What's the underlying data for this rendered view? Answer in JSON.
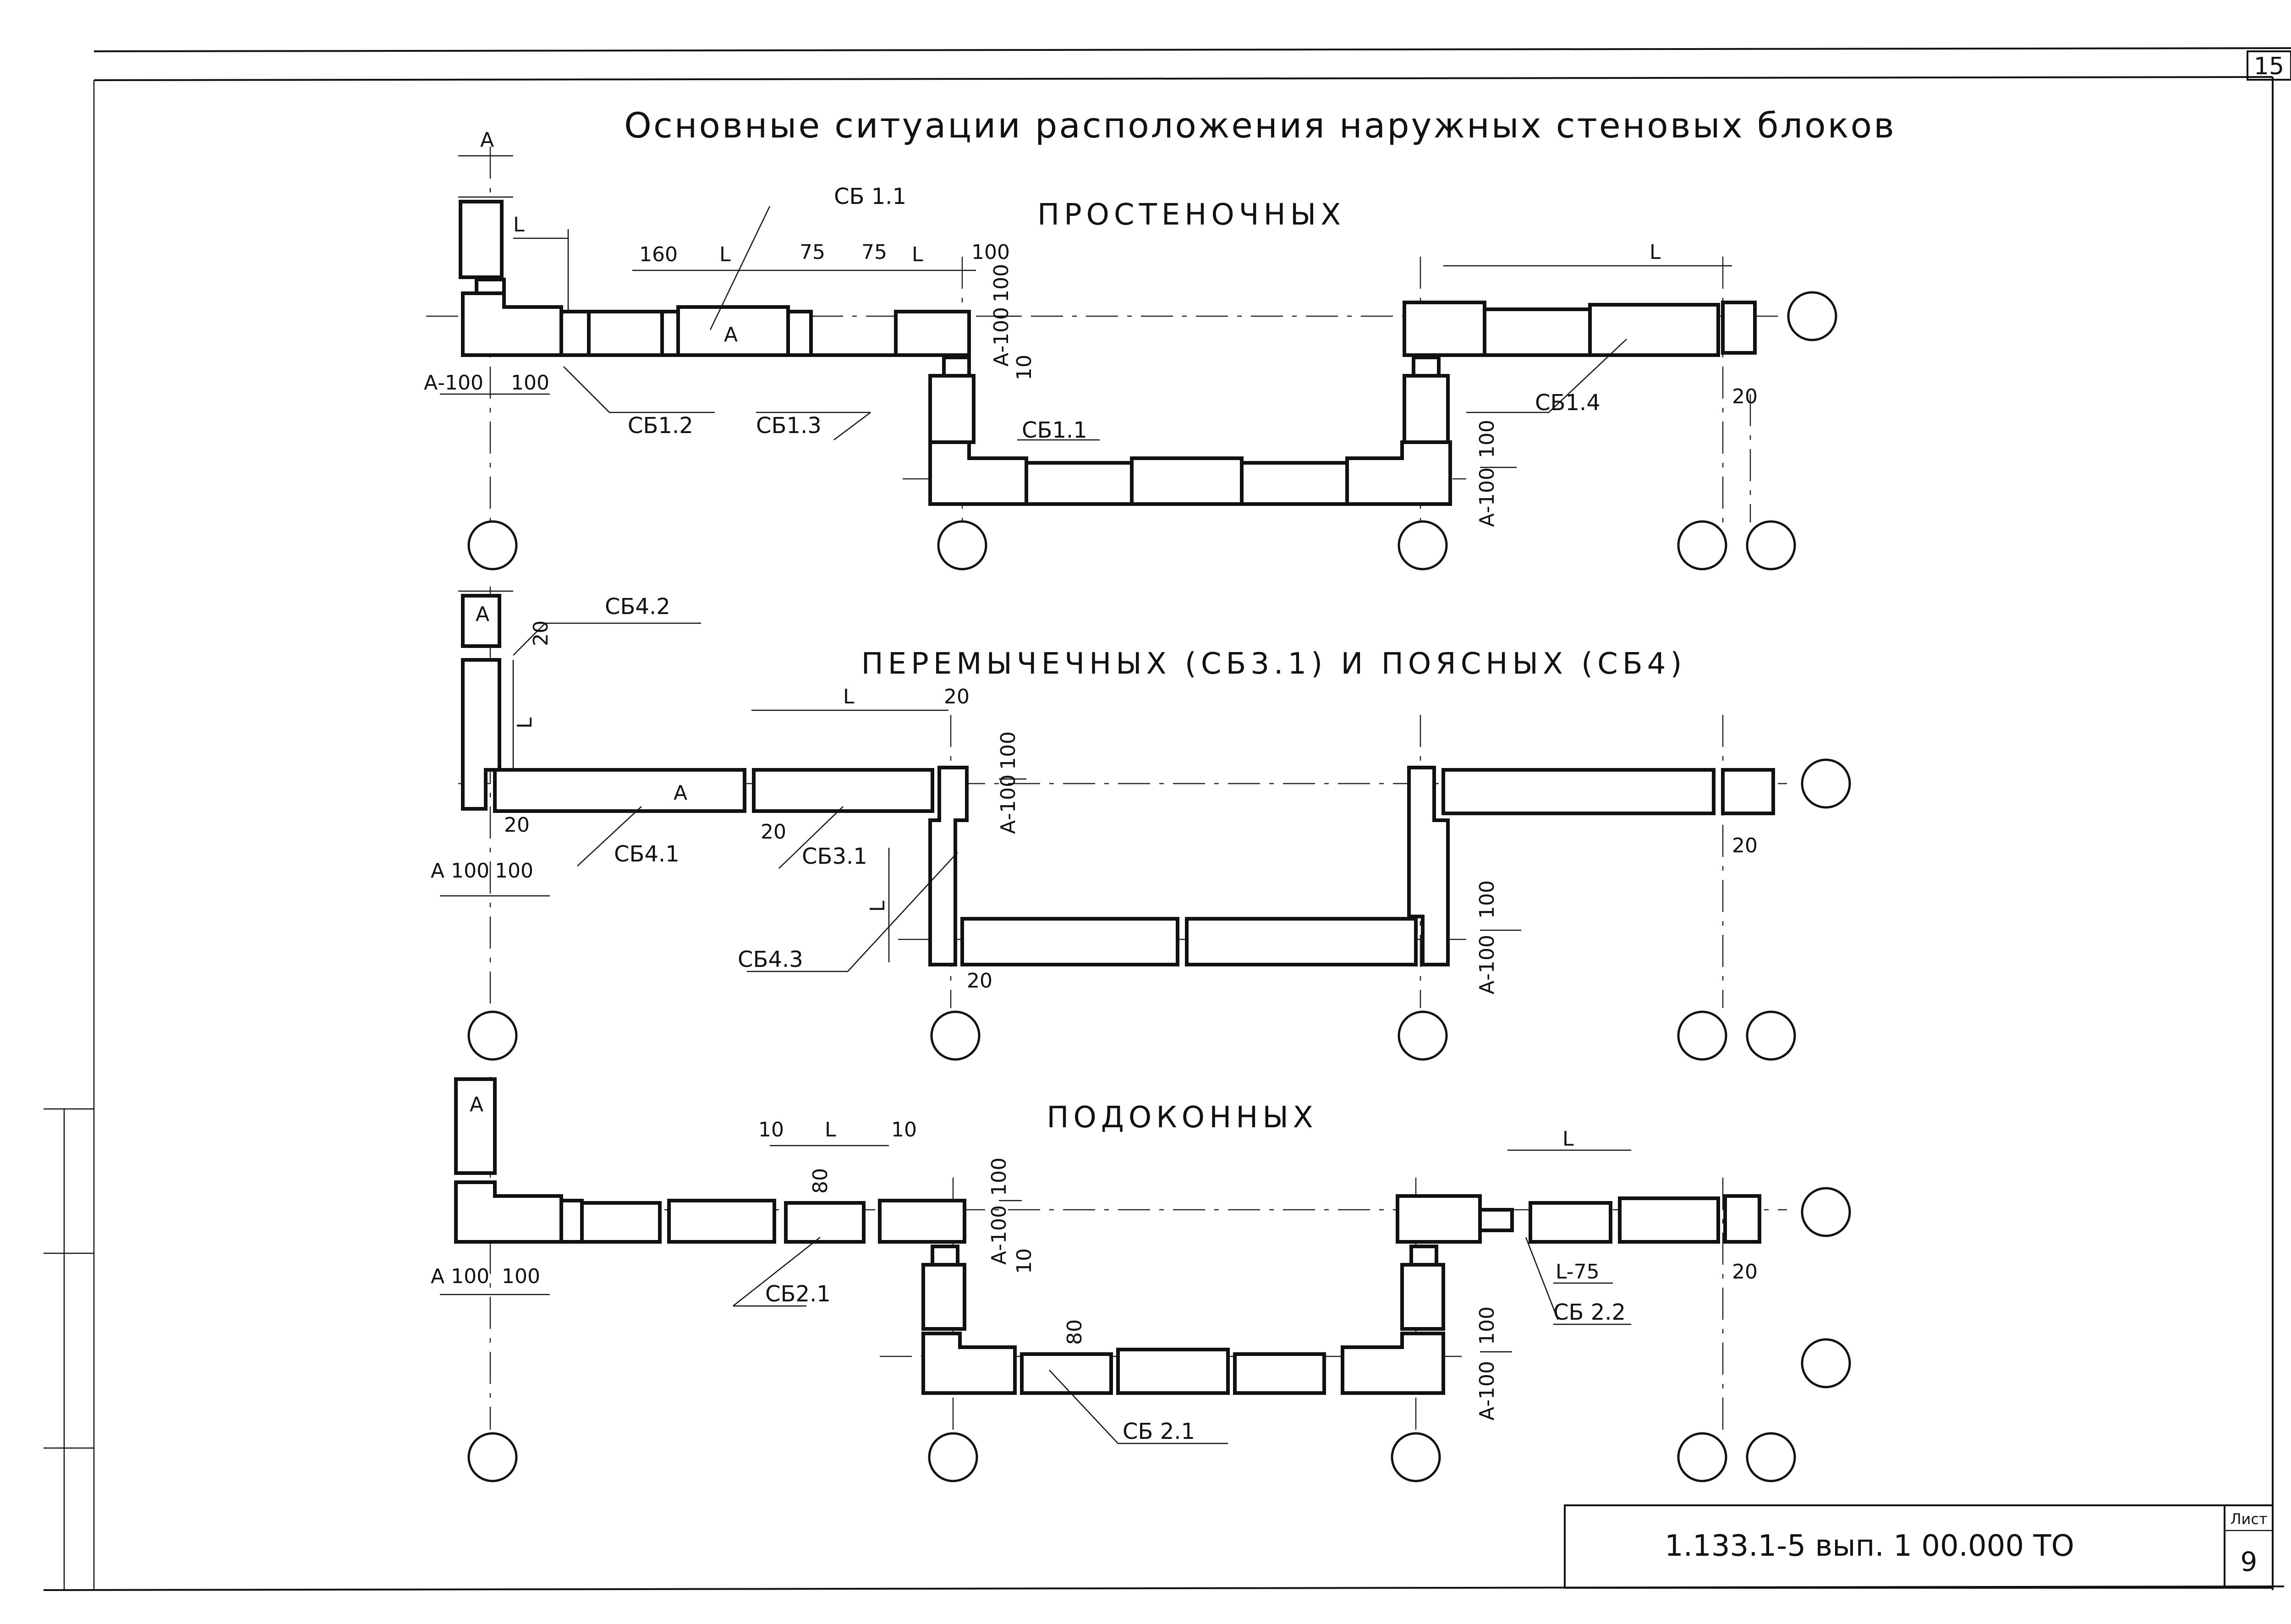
{
  "sheet": {
    "title": "Основные ситуации расположения наружных стеновых блоков",
    "page_number_top": "15",
    "doc_code": "1.133.1-5  вып. 1   00.000 ТО",
    "sheet_label": "Лист",
    "sheet_number": "9"
  },
  "sections": {
    "s1": {
      "heading": "ПРОСТЕНОЧНЫХ",
      "labels": {
        "sb11_top": "СБ 1.1",
        "sb12": "СБ1.2",
        "sb13": "СБ1.3",
        "sb11_mid": "СБ1.1",
        "sb14": "СБ1.4"
      },
      "dims": {
        "a": "А",
        "a_mark": "А",
        "l1": "L",
        "l2": "L",
        "l3": "L",
        "l4": "L",
        "d160": "160",
        "d75a": "75",
        "d75b": "75",
        "d100a": "100",
        "d100v": "100",
        "d_a100v": "А-100",
        "d10": "10",
        "d_a100h": "А-100",
        "d100b": "100",
        "d20": "20",
        "d100r": "100",
        "d_a100r": "А-100"
      }
    },
    "s2": {
      "heading": "ПЕРЕМЫЧЕЧНЫХ (СБ3.1) И ПОЯСНЫХ (СБ4)",
      "labels": {
        "sb42": "СБ4.2",
        "sb41": "СБ4.1",
        "sb31": "СБ3.1",
        "sb43": "СБ4.3"
      },
      "dims": {
        "a": "А",
        "a_mark": "А",
        "l_vert": "L",
        "l_top": "L",
        "l_low": "L",
        "d20a": "20",
        "d20b": "20",
        "d20c": "20",
        "d20d": "20",
        "d20e": "20",
        "d20f": "20",
        "d_a100h": "А 100",
        "d100a": "100",
        "d100v": "100",
        "d_a100v": "А-100",
        "d100r": "100",
        "d_a100r": "А-100"
      }
    },
    "s3": {
      "heading": "ПОДОКОННЫХ",
      "labels": {
        "sb21a": "СБ2.1",
        "sb21b": "СБ 2.1",
        "sb22": "СБ 2.2"
      },
      "dims": {
        "a": "А",
        "l1": "L",
        "l2": "L",
        "l75": "L-75",
        "d10a": "10",
        "d10b": "10",
        "d10c": "10",
        "d80a": "80",
        "d80b": "80",
        "d_a100h": "А 100",
        "d100a": "100",
        "d100v": "100",
        "d_a100v": "А-100",
        "d20": "20",
        "d100r": "100",
        "d_a100r": "А-100"
      }
    }
  }
}
